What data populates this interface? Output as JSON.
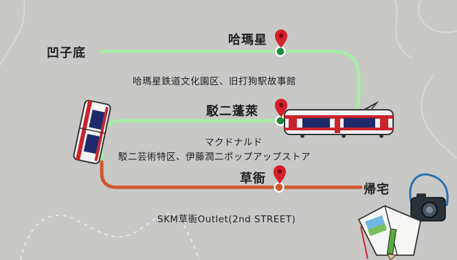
{
  "route": {
    "start": "凹子底",
    "end": "帰宅",
    "stations": [
      {
        "name": "哈瑪星",
        "description": "哈瑪星鉄道文化園区、旧打狗駅故事館"
      },
      {
        "name": "駁二蓬萊",
        "description_lines": [
          "マクドナルド",
          "駁二芸術特区、伊藤潤二ポップアップストア"
        ]
      },
      {
        "name": "草衙",
        "description": "SKM草衙Outlet(2nd STREET)"
      }
    ]
  },
  "colors": {
    "background": "#c8c8c6",
    "line_green": "#a6ecaa",
    "line_orange": "#d2562c",
    "pin_red": "#d4202a",
    "station_dot": "#1e8a3a",
    "text": "#1f1f1f"
  },
  "icons": [
    "map-pin-icon",
    "light-rail-tram-icon",
    "camera-icon",
    "open-book-icon",
    "pencil-icon"
  ]
}
